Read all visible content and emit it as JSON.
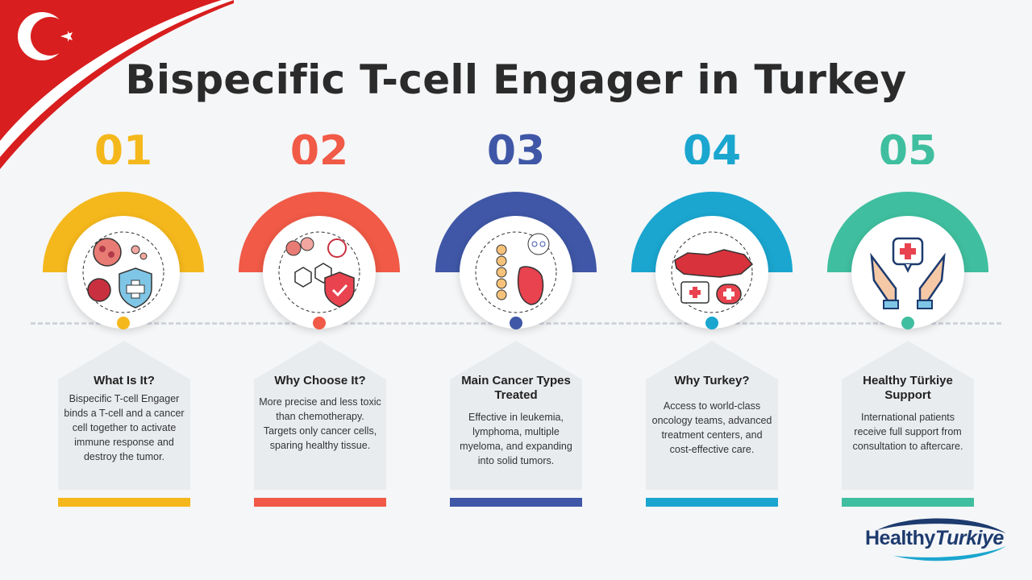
{
  "title": "Bispecific T-cell Engager in Turkey",
  "steps": [
    {
      "number": "01",
      "color": "#f5b81c",
      "heading": "What Is It?",
      "body": "Bispecific T-cell Engager binds a T-cell and a cancer cell together to activate immune response and destroy the tumor.",
      "icon": "t-cell-shield-icon"
    },
    {
      "number": "02",
      "color": "#f05a46",
      "heading": "Why Choose It?",
      "body": "More precise and less toxic than chemotherapy. Targets only cancer cells, sparing healthy tissue.",
      "icon": "molecule-shield-icon"
    },
    {
      "number": "03",
      "color": "#3f57a6",
      "heading": "Main Cancer Types Treated",
      "body": "Effective in leukemia, lymphoma, multiple myeloma, and expanding into solid tumors.",
      "icon": "organs-icon"
    },
    {
      "number": "04",
      "color": "#1aa6cf",
      "heading": "Why Turkey?",
      "body": "Access to world-class oncology teams, advanced treatment centers, and cost-effective care.",
      "icon": "turkey-map-medical-icon"
    },
    {
      "number": "05",
      "color": "#3fbf9f",
      "heading": "Healthy Türkiye Support",
      "body": "International patients receive full support from consultation to aftercare.",
      "icon": "hands-medical-icon"
    }
  ],
  "logo": {
    "part1": "Healthy",
    "part2": "Turkiye"
  },
  "colors": {
    "flag_red": "#d81e1e",
    "background": "#f5f6f8",
    "card": "#e9ecef"
  }
}
